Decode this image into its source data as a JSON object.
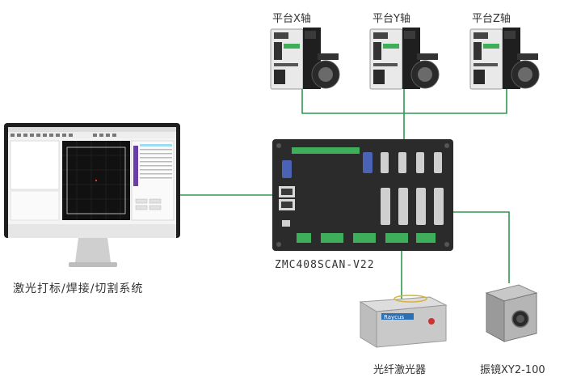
{
  "labels": {
    "axis_x": "平台X轴",
    "axis_y": "平台Y轴",
    "axis_z": "平台Z轴",
    "computer": "激光打标/焊接/切割系统",
    "controller": "ZMC408SCAN-V22",
    "laser": "光纤激光器",
    "galvo": "振镜XY2-100",
    "laser_brand": "Raycus"
  },
  "colors": {
    "connection": "#2e9a4e",
    "controller_body": "#2b2b2b",
    "monitor_frame": "#1e1e1e",
    "connector_green": "#3fae5a"
  }
}
